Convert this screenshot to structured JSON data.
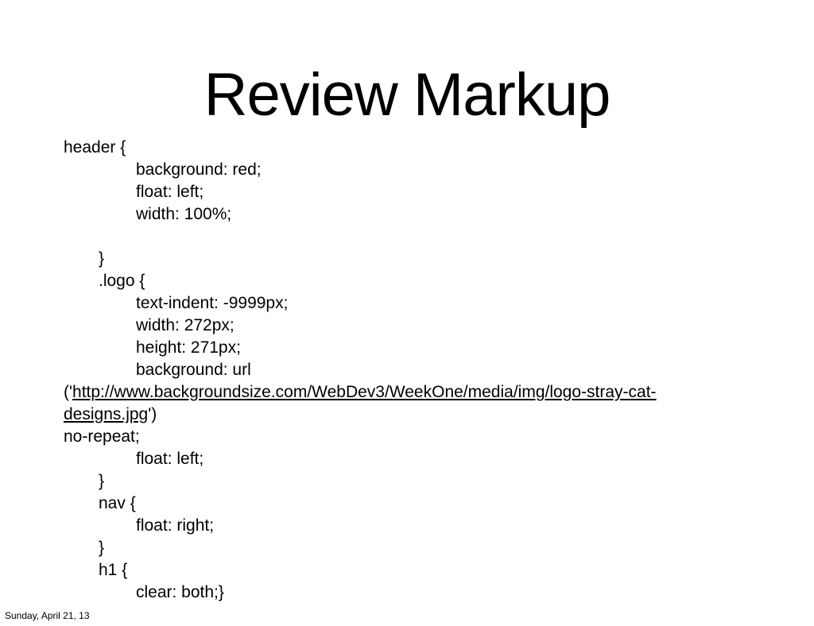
{
  "slide": {
    "title": "Review Markup",
    "lines": {
      "l01": "header {",
      "l02": "background: red;",
      "l03": "float: left;",
      "l04": "width: 100%;",
      "l05": "}",
      "l06": ".logo {",
      "l07": "text-indent: -9999px;",
      "l08": "width: 272px;",
      "l09": "height: 271px;",
      "l10": "background: url",
      "l11_prefix": "('",
      "l11_link": "http://www.backgroundsize.com/WebDev3/WeekOne/media/img/logo-stray-cat-",
      "l12_link": "designs.jpg",
      "l12_suffix": "')",
      "l13": "no-repeat;",
      "l14": "float: left;",
      "l15": "}",
      "l16": "nav {",
      "l17": "float: right;",
      "l18": "}",
      "l19": "h1 {",
      "l20": "clear: both;}"
    }
  },
  "footer": {
    "date": "Sunday, April 21, 13"
  }
}
